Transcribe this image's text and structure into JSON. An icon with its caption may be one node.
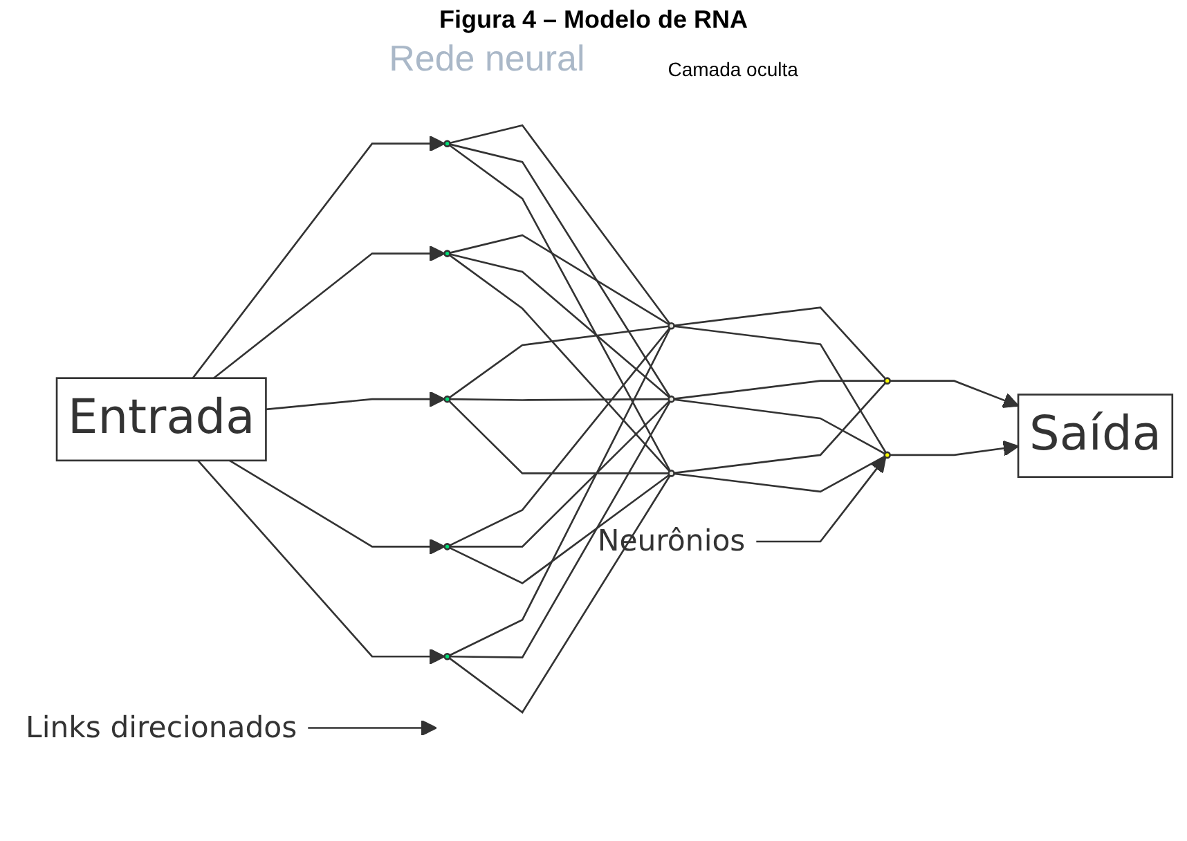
{
  "diagram": {
    "title": "Figura 4 – Modelo de RNA",
    "nodes": [
      {
        "text": [
          "Entrada"
        ]
      },
      {
        "text": [],
        "shape": "circle"
      },
      {
        "text": [],
        "shape": "circle"
      },
      {
        "text": [],
        "shape": "circle"
      },
      {
        "text": [],
        "shape": "circle"
      },
      {
        "text": [],
        "shape": "circle"
      },
      {
        "text": [],
        "shape": "circle"
      },
      {
        "text": [],
        "shape": "circle"
      },
      {
        "text": [],
        "shape": "circle"
      },
      {
        "text": [],
        "shape": "circle"
      },
      {
        "text": [],
        "shape": "circle"
      },
      {
        "text": [
          "Saída"
        ]
      },
      {
        "text": [
          "Neurônios"
        ]
      },
      {
        "text": [
          "Links direcionados"
        ]
      }
    ],
    "edges": [
      {
        "from": 0,
        "to": 1,
        "arrow": "to"
      },
      {
        "from": 0,
        "to": 2,
        "arrow": "to"
      },
      {
        "from": 0,
        "to": 3,
        "arrow": "to"
      },
      {
        "from": 0,
        "to": 4,
        "arrow": "to"
      },
      {
        "from": 0,
        "to": 5,
        "arrow": "to"
      },
      {
        "from": 1,
        "to": 6,
        "arrow": "none"
      },
      {
        "from": 1,
        "to": 7,
        "arrow": "none"
      },
      {
        "from": 1,
        "to": 8,
        "arrow": "none"
      },
      {
        "from": 2,
        "to": 6,
        "arrow": "none"
      },
      {
        "from": 2,
        "to": 7,
        "arrow": "none"
      },
      {
        "from": 2,
        "to": 8,
        "arrow": "none"
      },
      {
        "from": 3,
        "to": 6,
        "arrow": "none"
      },
      {
        "from": 3,
        "to": 7,
        "arrow": "none"
      },
      {
        "from": 3,
        "to": 8,
        "arrow": "none"
      },
      {
        "from": 4,
        "to": 6,
        "arrow": "none"
      },
      {
        "from": 4,
        "to": 7,
        "arrow": "none"
      },
      {
        "from": 4,
        "to": 8,
        "arrow": "none"
      },
      {
        "from": 5,
        "to": 6,
        "arrow": "none"
      },
      {
        "from": 5,
        "to": 7,
        "arrow": "none"
      },
      {
        "from": 5,
        "to": 8,
        "arrow": "none"
      },
      {
        "from": 6,
        "to": 9,
        "arrow": "none"
      },
      {
        "from": 6,
        "to": 10,
        "arrow": "none"
      },
      {
        "from": 7,
        "to": 9,
        "arrow": "none"
      },
      {
        "from": 7,
        "to": 10,
        "arrow": "none"
      },
      {
        "from": 8,
        "to": 9,
        "arrow": "none"
      },
      {
        "from": 8,
        "to": 10,
        "arrow": "none"
      },
      {
        "from": 9,
        "to": 11,
        "arrow": "to"
      },
      {
        "from": 10,
        "to": 11,
        "arrow": "to"
      },
      {
        "from": 12,
        "to": 9,
        "arrow": "to"
      },
      {
        "from": 13,
        "to": null,
        "arrow": "to"
      }
    ],
    "labels": [
      "Rede neural",
      "Camada oculta"
    ]
  }
}
